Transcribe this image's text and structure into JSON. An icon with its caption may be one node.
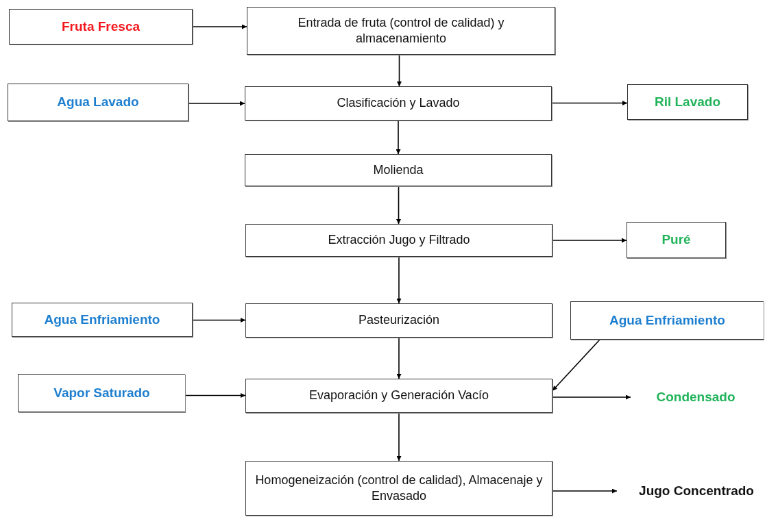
{
  "diagram": {
    "nodes": [
      {
        "text": [
          "Fruta Fresca"
        ]
      },
      {
        "text": [
          "Entrada de fruta (control de calidad) y almacenamiento"
        ]
      },
      {
        "text": [
          "Agua Lavado"
        ]
      },
      {
        "text": [
          "Clasificación y Lavado"
        ]
      },
      {
        "text": [
          "Ril Lavado"
        ]
      },
      {
        "text": [
          "Molienda"
        ]
      },
      {
        "text": [
          "Extracción Jugo y Filtrado"
        ]
      },
      {
        "text": [
          "Puré"
        ]
      },
      {
        "text": [
          "Agua Enfriamiento"
        ]
      },
      {
        "text": [
          "Pasteurización"
        ]
      },
      {
        "text": [
          "Agua Enfriamiento"
        ]
      },
      {
        "text": [
          "Vapor Saturado"
        ]
      },
      {
        "text": [
          "Evaporación y Generación Vacío"
        ]
      },
      {
        "text": [
          "Condensado"
        ]
      },
      {
        "text": [
          "Homogeneización (control de calidad), Almacenaje y Envasado"
        ]
      },
      {
        "text": [
          "Jugo Concentrado"
        ]
      }
    ],
    "edges": [
      {
        "from": 0,
        "to": 1,
        "arrow": "to"
      },
      {
        "from": 1,
        "to": 3,
        "arrow": "to"
      },
      {
        "from": 2,
        "to": 3,
        "arrow": "to"
      },
      {
        "from": 3,
        "to": 4,
        "arrow": "to"
      },
      {
        "from": 3,
        "to": 5,
        "arrow": "to"
      },
      {
        "from": 5,
        "to": 6,
        "arrow": "to"
      },
      {
        "from": 6,
        "to": 7,
        "arrow": "to"
      },
      {
        "from": 6,
        "to": 9,
        "arrow": "to"
      },
      {
        "from": 8,
        "to": 9,
        "arrow": "to"
      },
      {
        "from": 9,
        "to": 12,
        "arrow": "to"
      },
      {
        "from": 10,
        "to": 12,
        "arrow": "to"
      },
      {
        "from": 11,
        "to": 12,
        "arrow": "to"
      },
      {
        "from": 12,
        "to": 13,
        "arrow": "to"
      },
      {
        "from": 12,
        "to": 14,
        "arrow": "to"
      },
      {
        "from": 14,
        "to": 15,
        "arrow": "to"
      }
    ]
  }
}
